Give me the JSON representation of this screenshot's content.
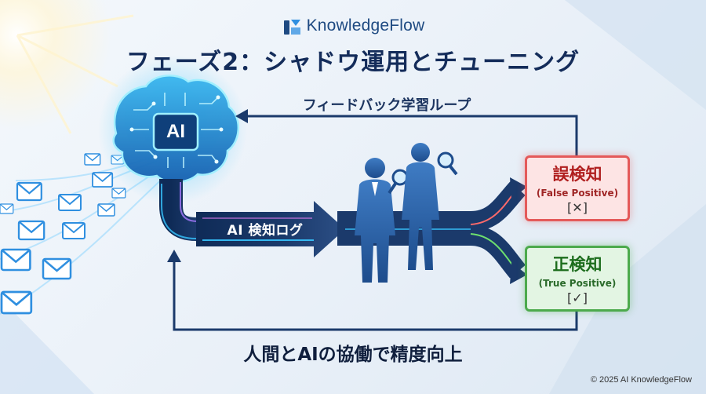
{
  "brand": {
    "name": "KnowledgeFlow",
    "logo_icon": "knowledgeflow-logo-icon"
  },
  "title": "フェーズ2：シャドウ運用とチューニング",
  "ai_badge": "AI",
  "ai_log_label": "AI 検知ログ",
  "loop_label": "フィードバック学習ループ",
  "bottom_label": "人間とAIの協働で精度向上",
  "outcomes": {
    "false_positive": {
      "title": "誤検知",
      "subtitle": "(False Positive)",
      "mark": "[✕]",
      "color": "#e45a5a"
    },
    "true_positive": {
      "title": "正検知",
      "subtitle": "(True Positive)",
      "mark": "[✓]",
      "color": "#4caa4c"
    }
  },
  "copyright": "© 2025 AI KnowledgeFlow",
  "colors": {
    "navy": "#1b3a6b",
    "accent_blue": "#2f8fe0",
    "brain_glow": "#37c5ff"
  }
}
